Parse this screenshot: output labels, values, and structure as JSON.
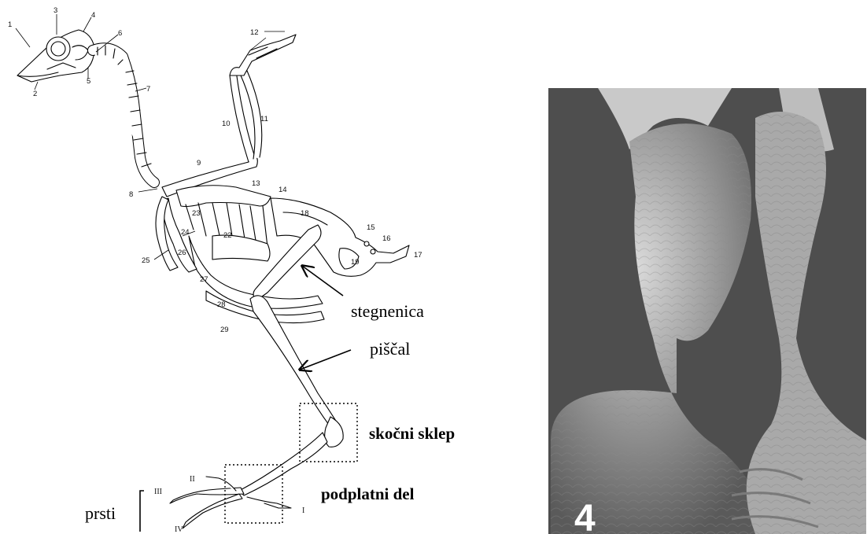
{
  "skeleton": {
    "numbers": [
      "1",
      "2",
      "3",
      "4",
      "5",
      "6",
      "7",
      "8",
      "9",
      "10",
      "11",
      "12",
      "13",
      "14",
      "15",
      "16",
      "17",
      "18",
      "19",
      "22",
      "23",
      "24",
      "25",
      "26",
      "27",
      "28",
      "29"
    ],
    "toe_numerals": [
      "I",
      "II",
      "III",
      "IV"
    ]
  },
  "annotations": {
    "femur": "stegnenica",
    "tibia": "piščal",
    "hock_joint": "skočni sklep",
    "metatarsus": "podplatni del",
    "toes": "prsti"
  },
  "photo": {
    "caption": "4"
  }
}
